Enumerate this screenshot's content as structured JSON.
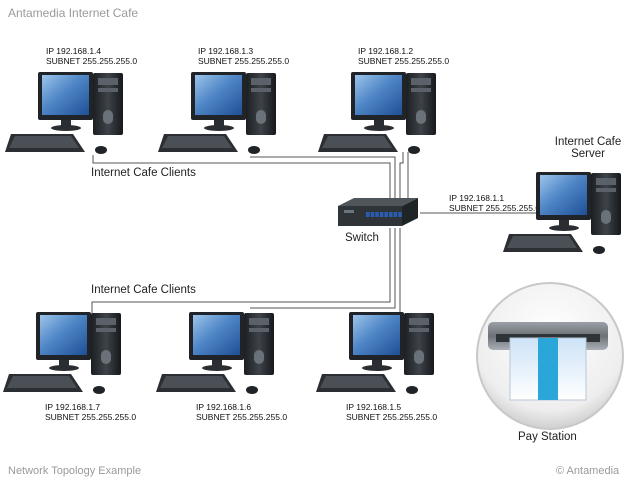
{
  "header": {
    "title": "Antamedia Internet Cafe"
  },
  "footer": {
    "left": "Network Topology Example",
    "right": "© Antamedia"
  },
  "labels": {
    "clients_top": "Internet Cafe Clients",
    "clients_bottom": "Internet Cafe Clients",
    "switch": "Switch",
    "server_line1": "Internet Cafe",
    "server_line2": "Server",
    "pay_station": "Pay Station"
  },
  "computers": [
    {
      "id": "pc1",
      "ip": "IP  192.168.1.4",
      "subnet": "SUBNET 255.255.255.0"
    },
    {
      "id": "pc2",
      "ip": "IP  192.168.1.3",
      "subnet": "SUBNET 255.255.255.0"
    },
    {
      "id": "pc3",
      "ip": "IP  192.168.1.2",
      "subnet": "SUBNET 255.255.255.0"
    },
    {
      "id": "server",
      "ip": "IP  192.168.1.1",
      "subnet": "SUBNET 255.255.255.0"
    },
    {
      "id": "pc7",
      "ip": "IP  192.168.1.7",
      "subnet": "SUBNET 255.255.255.0"
    },
    {
      "id": "pc6",
      "ip": "IP  192.168.1.6",
      "subnet": "SUBNET 255.255.255.0"
    },
    {
      "id": "pc5",
      "ip": "IP  192.168.1.5",
      "subnet": "SUBNET 255.255.255.0"
    }
  ],
  "icons": {
    "computer": "desktop-computer-icon",
    "switch": "network-switch-icon",
    "pay_station": "card-reader-icon"
  },
  "colors": {
    "header_text": "#9a9a9a",
    "cable": "#555555",
    "screen": "#3b76c0",
    "switch_body": "#2e3438",
    "switch_port": "#2a5db0"
  }
}
